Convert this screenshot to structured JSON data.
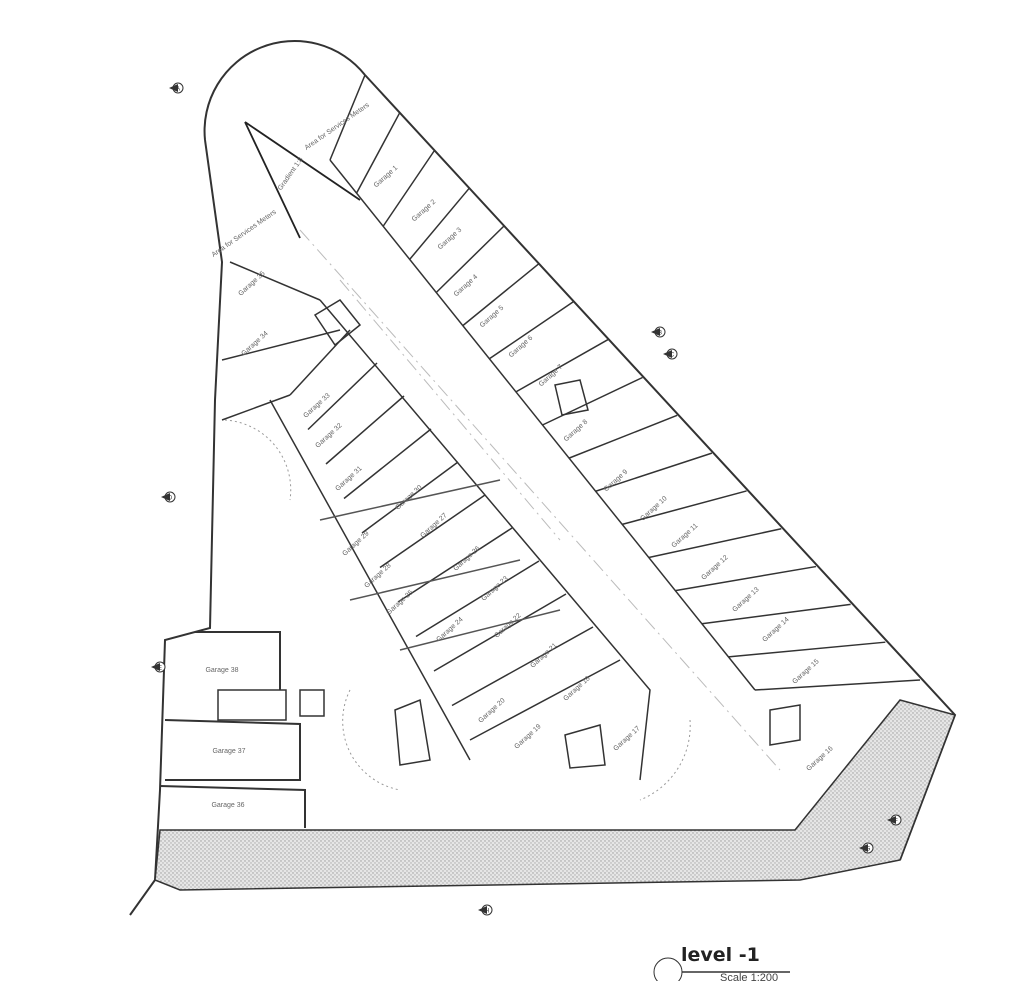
{
  "plan": {
    "title": "level -1",
    "scale": "Scale 1:200",
    "ramp_label": "Gradient 1:8",
    "service_area_labels": [
      "Area for Services Meters",
      "Area for Services Meters"
    ],
    "garages": [
      "Garage 1",
      "Garage 2",
      "Garage 3",
      "Garage 4",
      "Garage 5",
      "Garage 6",
      "Garage 7",
      "Garage 8",
      "Garage 9",
      "Garage 10",
      "Garage 11",
      "Garage 12",
      "Garage 13",
      "Garage 14",
      "Garage 15",
      "Garage 16",
      "Garage 17",
      "Garage 18",
      "Garage 19",
      "Garage 20",
      "Garage 21",
      "Garage 22",
      "Garage 23",
      "Garage 24",
      "Garage 25",
      "Garage 26",
      "Garage 27",
      "Garage 28",
      "Garage 29",
      "Garage 30",
      "Garage 31",
      "Garage 32",
      "Garage 33",
      "Garage 34",
      "Garage 35",
      "Garage 36",
      "Garage 37",
      "Garage 38"
    ],
    "section_markers": [
      "A",
      "B",
      "C",
      "D",
      "E",
      "F",
      "G",
      "H"
    ],
    "colors": {
      "wall": "#333333",
      "hatch": "#999999",
      "guide": "#bbbbbb"
    }
  }
}
